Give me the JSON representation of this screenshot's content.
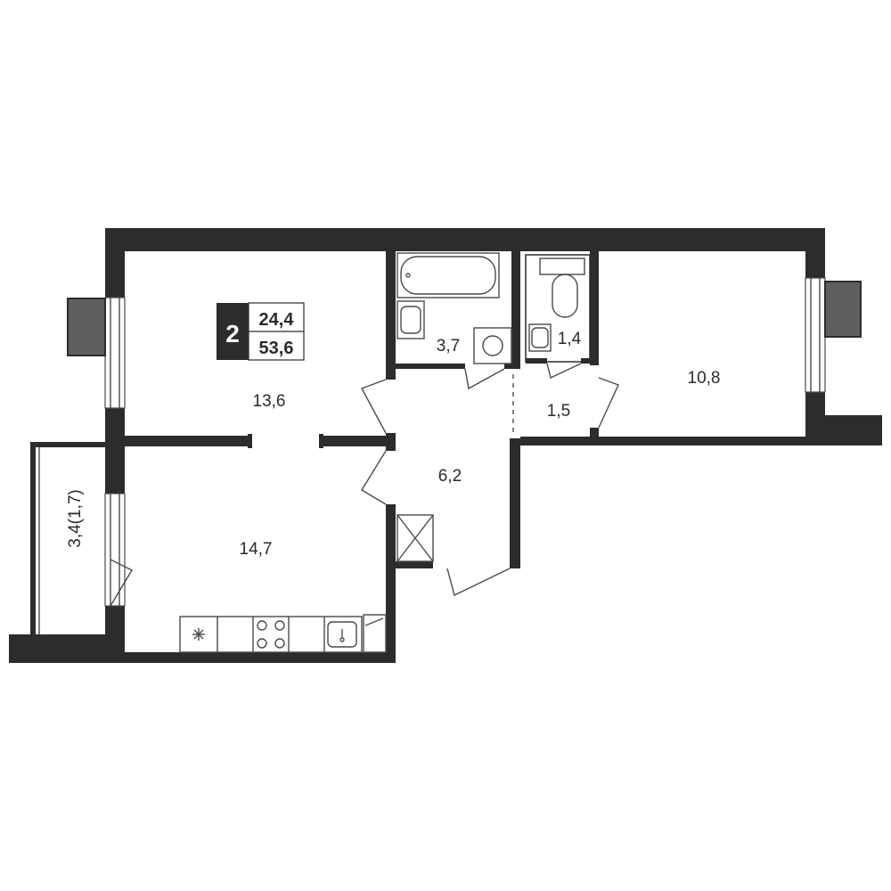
{
  "badge": {
    "rooms": "2",
    "living_area": "24,4",
    "total_area": "53,6"
  },
  "rooms": {
    "living_room": "13,6",
    "kitchen": "14,7",
    "bathroom": "3,7",
    "toilet": "1,4",
    "corridor": "1,5",
    "hall": "6,2",
    "bedroom": "10,8",
    "balcony": "3,4(1,7)"
  },
  "colors": {
    "wall": "#2c2c2e",
    "ventilation_block": "#5f5f62",
    "badge_bg": "#2c2c2e",
    "text": "#2b2b2b"
  }
}
